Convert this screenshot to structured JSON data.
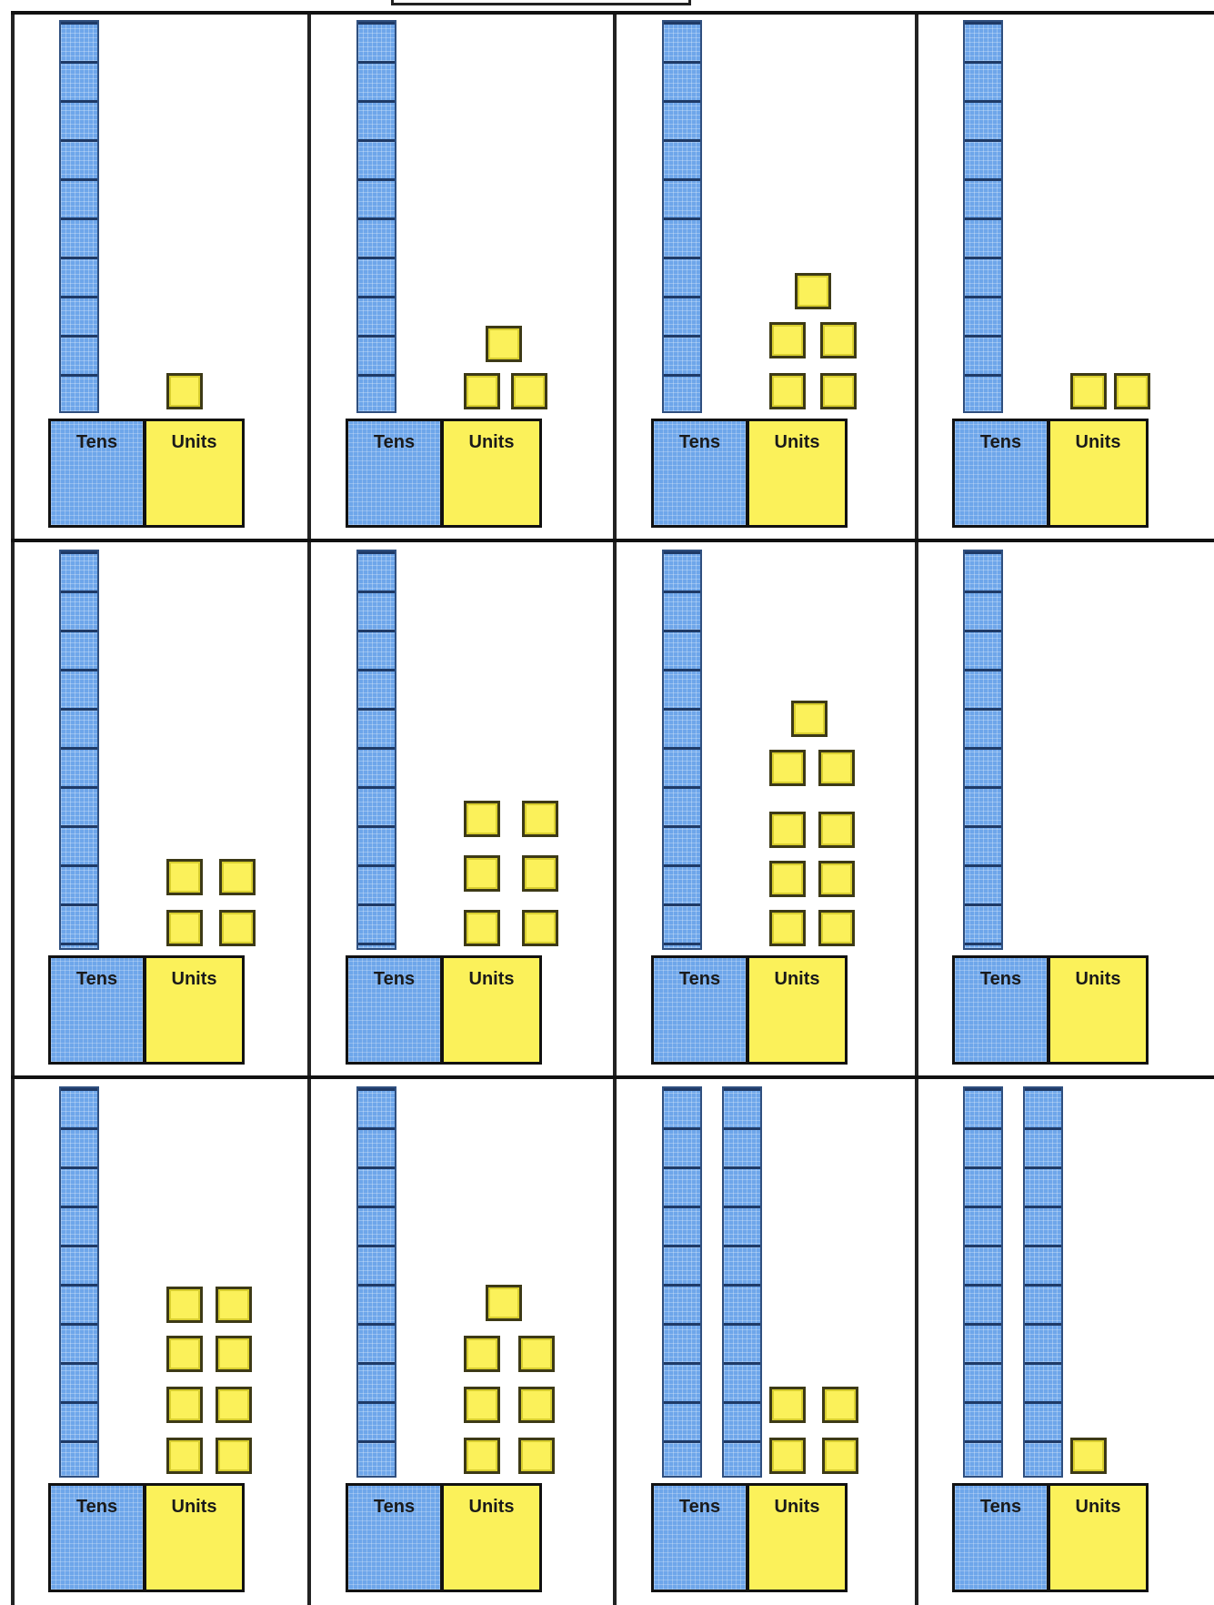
{
  "labels": {
    "tens": "Tens",
    "units": "Units"
  },
  "colors": {
    "tens": "#6ea6ea",
    "units": "#fbf15a",
    "grid": "#111111"
  },
  "cards": [
    {
      "tens": 1,
      "units": 1
    },
    {
      "tens": 1,
      "units": 3
    },
    {
      "tens": 1,
      "units": 5
    },
    {
      "tens": 1,
      "units": 2
    },
    {
      "tens": 1,
      "units": 4
    },
    {
      "tens": 1,
      "units": 6
    },
    {
      "tens": 1,
      "units": 9
    },
    {
      "tens": 1,
      "units": 0
    },
    {
      "tens": 1,
      "units": 8
    },
    {
      "tens": 1,
      "units": 7
    },
    {
      "tens": 2,
      "units": 4
    },
    {
      "tens": 2,
      "units": 1
    }
  ]
}
